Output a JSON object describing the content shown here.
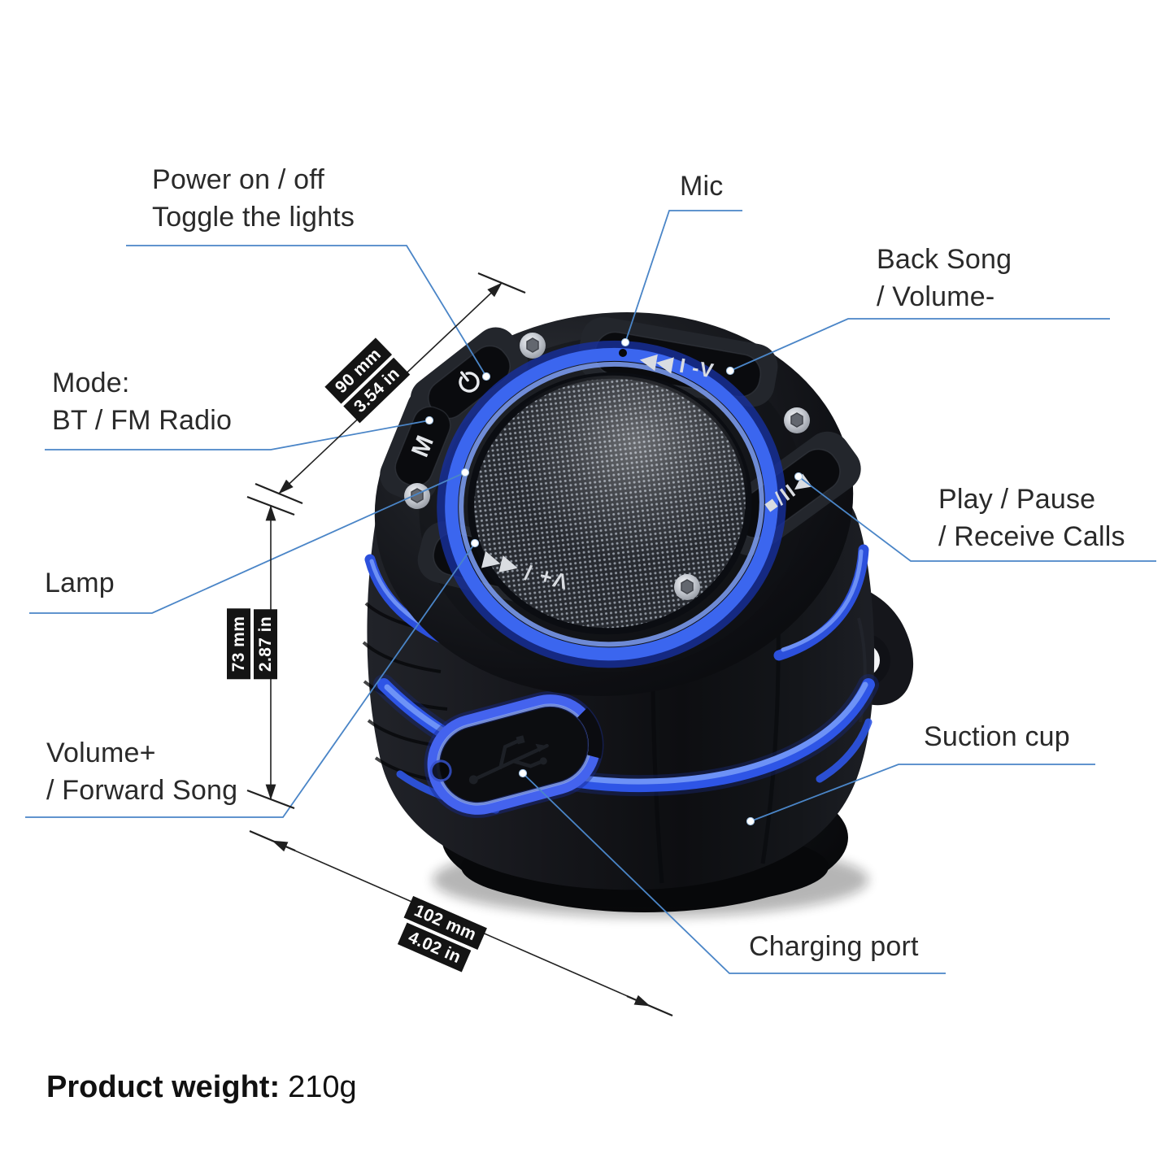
{
  "page": {
    "background": "#ffffff",
    "type": "product-feature-diagram"
  },
  "product": {
    "kind": "waterproof bluetooth shower speaker",
    "button_markings": {
      "power": "⏻",
      "mode": "M",
      "volume_forward": "V+ / ◀◀",
      "play_stop": "■/II◀",
      "back_volume": "◀◀ I -V"
    },
    "icons": {
      "power_button": "power-icon",
      "charging_port": "usb-icon",
      "microphone": "mic-hole"
    },
    "colors": {
      "body": "#121317",
      "led_ring": "#3b66ef",
      "led_stripe": "#2e55e6",
      "grille": "#2a2d33"
    }
  },
  "labels": {
    "power": {
      "line1": "Power on / off",
      "line2": "Toggle the lights"
    },
    "mic": {
      "line1": "Mic"
    },
    "back_song": {
      "line1": "Back Song",
      "line2": "/ Volume-"
    },
    "mode": {
      "line1": "Mode:",
      "line2": "BT / FM Radio"
    },
    "play": {
      "line1": "Play / Pause",
      "line2": "/ Receive Calls"
    },
    "lamp": {
      "line1": "Lamp"
    },
    "volume": {
      "line1": "Volume+",
      "line2": "/ Forward Song"
    },
    "suction": {
      "line1": "Suction cup"
    },
    "charging": {
      "line1": "Charging port"
    }
  },
  "dimensions": {
    "top_diameter": {
      "mm": "90 mm",
      "inch": "3.54 in"
    },
    "height": {
      "mm": "73 mm",
      "inch": "2.87 in"
    },
    "base_width": {
      "mm": "102 mm",
      "inch": "4.02 in"
    }
  },
  "footer": {
    "weight_label": "Product weight:",
    "weight_value": "210g"
  },
  "annotation_colors": {
    "leader_line": "#4a85c7",
    "dimension_line": "#202020",
    "label_text": "#2a2a2a",
    "dim_badge_bg": "#141414",
    "dim_badge_text": "#ffffff"
  }
}
